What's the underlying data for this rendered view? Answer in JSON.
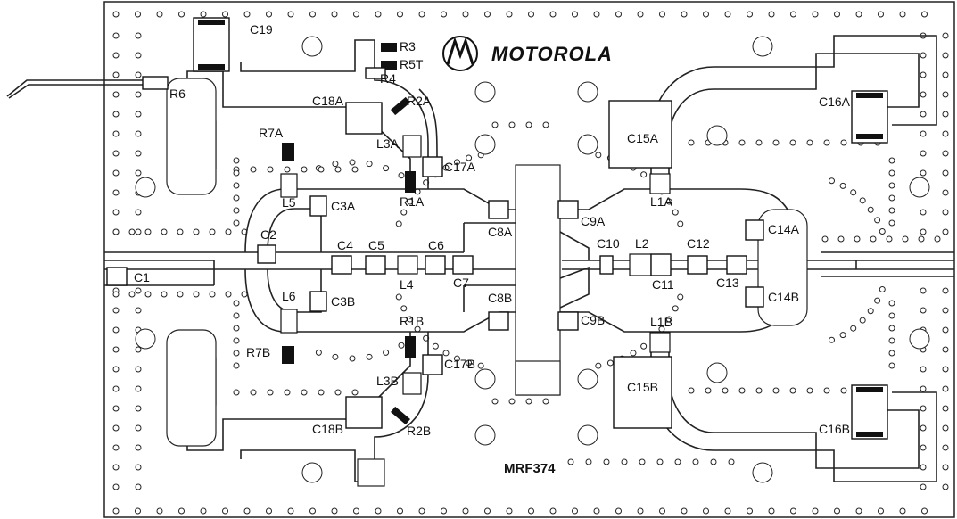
{
  "brand": {
    "name": "MOTOROLA",
    "logo": "motorola-batwing-logo"
  },
  "part_number": "MRF374",
  "labels": {
    "C19": "C19",
    "R3": "R3",
    "R5T": "R5T",
    "R4": "R4",
    "R6": "R6",
    "C18A": "C18A",
    "R2A": "R2A",
    "R7A": "R7A",
    "L3A": "L3A",
    "C17A": "C17A",
    "R1A": "R1A",
    "L5": "L5",
    "C3A": "C3A",
    "C8A": "C8A",
    "C9A": "C9A",
    "L1A": "L1A",
    "C15A": "C15A",
    "C16A": "C16A",
    "C14A": "C14A",
    "C2": "C2",
    "C4": "C4",
    "C5": "C5",
    "C6": "C6",
    "C10": "C10",
    "L2": "L2",
    "C12": "C12",
    "C1": "C1",
    "L4": "L4",
    "C7": "C7",
    "C11": "C11",
    "C13": "C13",
    "C14B": "C14B",
    "L6": "L6",
    "C3B": "C3B",
    "C8B": "C8B",
    "C9B": "C9B",
    "R1B": "R1B",
    "L1B": "L1B",
    "R7B": "R7B",
    "C17B": "C17B",
    "L3B": "L3B",
    "C15B": "C15B",
    "C18B": "C18B",
    "R2B": "R2B",
    "C16B": "C16B"
  }
}
